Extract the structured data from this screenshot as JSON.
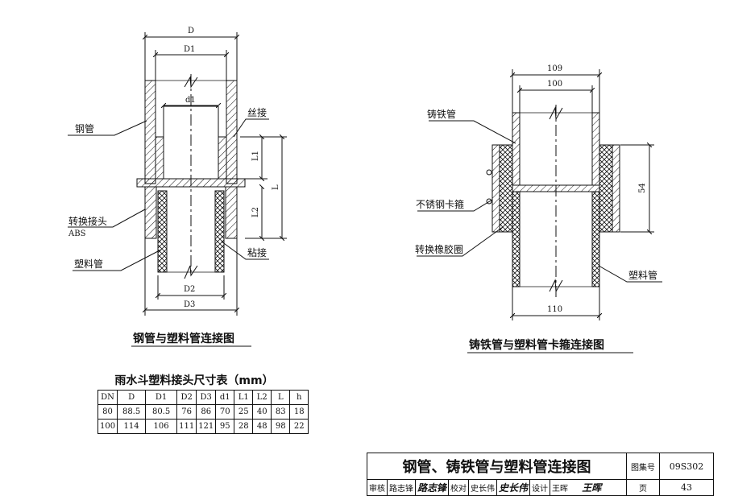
{
  "diagram1": {
    "title": "钢管与塑料管连接图",
    "dims": {
      "D": "D",
      "D1": "D1",
      "d1": "d1",
      "D2": "D2",
      "D3": "D3",
      "L": "L",
      "L1": "L1",
      "L2": "L2"
    },
    "labels": {
      "steel_pipe": "钢管",
      "adapter": "转换接头",
      "adapter_material": "ABS",
      "plastic_pipe": "塑料管",
      "threaded": "丝接",
      "glued": "粘接"
    }
  },
  "diagram2": {
    "title": "铸铁管与塑料管卡箍连接图",
    "dims": {
      "outer": "109",
      "inner": "100",
      "height": "54",
      "bottom": "110"
    },
    "labels": {
      "cast_iron_pipe": "铸铁管",
      "clamp": "不锈钢卡箍",
      "rubber_ring": "转换橡胶圈",
      "plastic_pipe": "塑料管"
    }
  },
  "table": {
    "title": "雨水斗塑料接头尺寸表（mm）",
    "headers": [
      "DN",
      "D",
      "D1",
      "D2",
      "D3",
      "d1",
      "L1",
      "L2",
      "L",
      "h"
    ],
    "rows": [
      [
        "80",
        "88.5",
        "80.5",
        "76",
        "86",
        "70",
        "25",
        "40",
        "83",
        "18"
      ],
      [
        "100",
        "114",
        "106",
        "111",
        "121",
        "95",
        "28",
        "48",
        "98",
        "22"
      ]
    ]
  },
  "titleblock": {
    "title": "钢管、铸铁管与塑料管连接图",
    "atlas_label": "图集号",
    "atlas_no": "09S302",
    "review_label": "审核",
    "reviewer": "路志锋",
    "reviewer_sig": "路志锋",
    "check_label": "校对",
    "checker": "史长伟",
    "checker_sig": "史长伟",
    "design_label": "设计",
    "designer": "王晖",
    "designer_sig": "王晖",
    "page_label": "页",
    "page_no": "43"
  }
}
